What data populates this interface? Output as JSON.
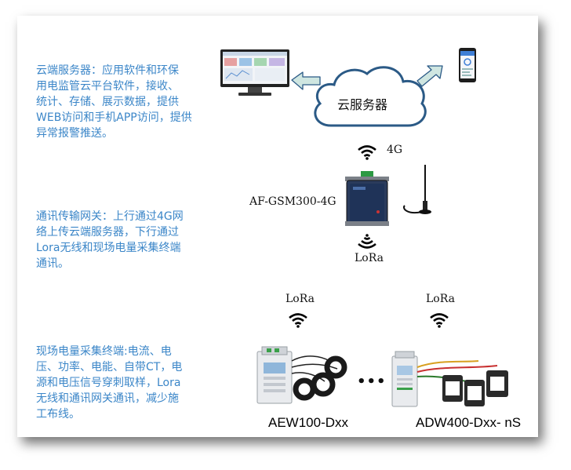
{
  "descriptions": {
    "cloud": "云端服务器：应用软件和环保\n用电监管云平台软件，接收、\n统计、存储、展示数据，提供\nWEB访问和手机APP访问，提供\n异常报警推送。",
    "gateway": "通讯传输网关：上行通过4G网\n络上传云端服务器，下行通过\nLora无线和现场电量采集终端\n通讯。",
    "terminal": "现场电量采集终端:电流、电\n压、功率、电能、自带CT，电\n源和电压信号穿刺取样，Lora\n无线和通讯网关通讯，减少施\n工布线。"
  },
  "cloud_label": "云服务器",
  "signal_4g": "4G",
  "gateway_model": "AF-GSM300-4G",
  "lora_gateway": "LoRa",
  "lora_left": "LoRa",
  "lora_right": "LoRa",
  "ellipsis": "•••",
  "product_left": "AEW100-Dxx",
  "product_right": "ADW400-Dxx- nS",
  "colors": {
    "description_text": "#3b86c8",
    "arrow_fill": "#cfe6e1",
    "arrow_stroke": "#2b5a86",
    "cloud_stroke": "#2b5a86"
  },
  "icons": [
    "monitor-icon",
    "phone-icon",
    "cloud-icon",
    "wifi-icon",
    "gateway-device-icon",
    "antenna-icon",
    "meter-icon",
    "ct-clamp-icon"
  ]
}
